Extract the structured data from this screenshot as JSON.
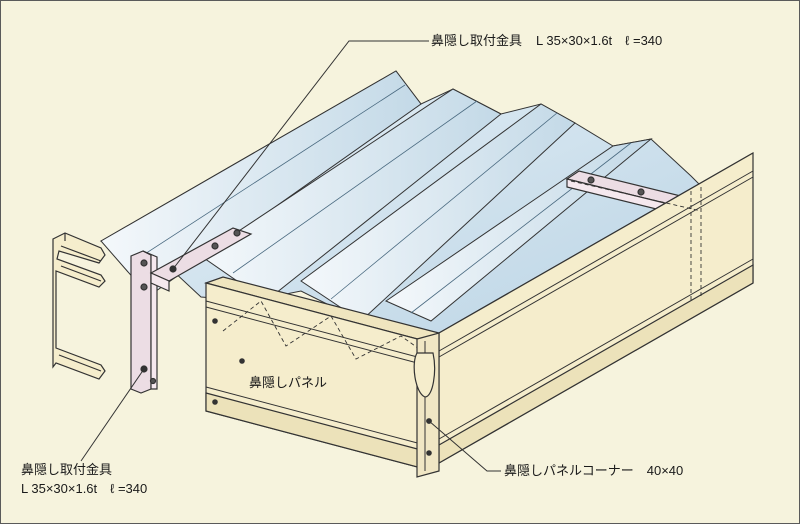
{
  "labels": {
    "top_bracket": {
      "name": "鼻隠し取付金具",
      "spec": "L 35×30×1.6t　ℓ =340"
    },
    "left_bracket": {
      "name": "鼻隠し取付金具",
      "spec": "L 35×30×1.6t　ℓ =340"
    },
    "panel": "鼻隠しパネル",
    "corner": "鼻隠しパネルコーナー　40×40"
  },
  "colors": {
    "background": "#f6f3dd",
    "roof_sheet": "#cfe2ee",
    "panel_fill": "#f5edcc",
    "bracket_fill": "#ecdde4",
    "outline": "#333333"
  }
}
